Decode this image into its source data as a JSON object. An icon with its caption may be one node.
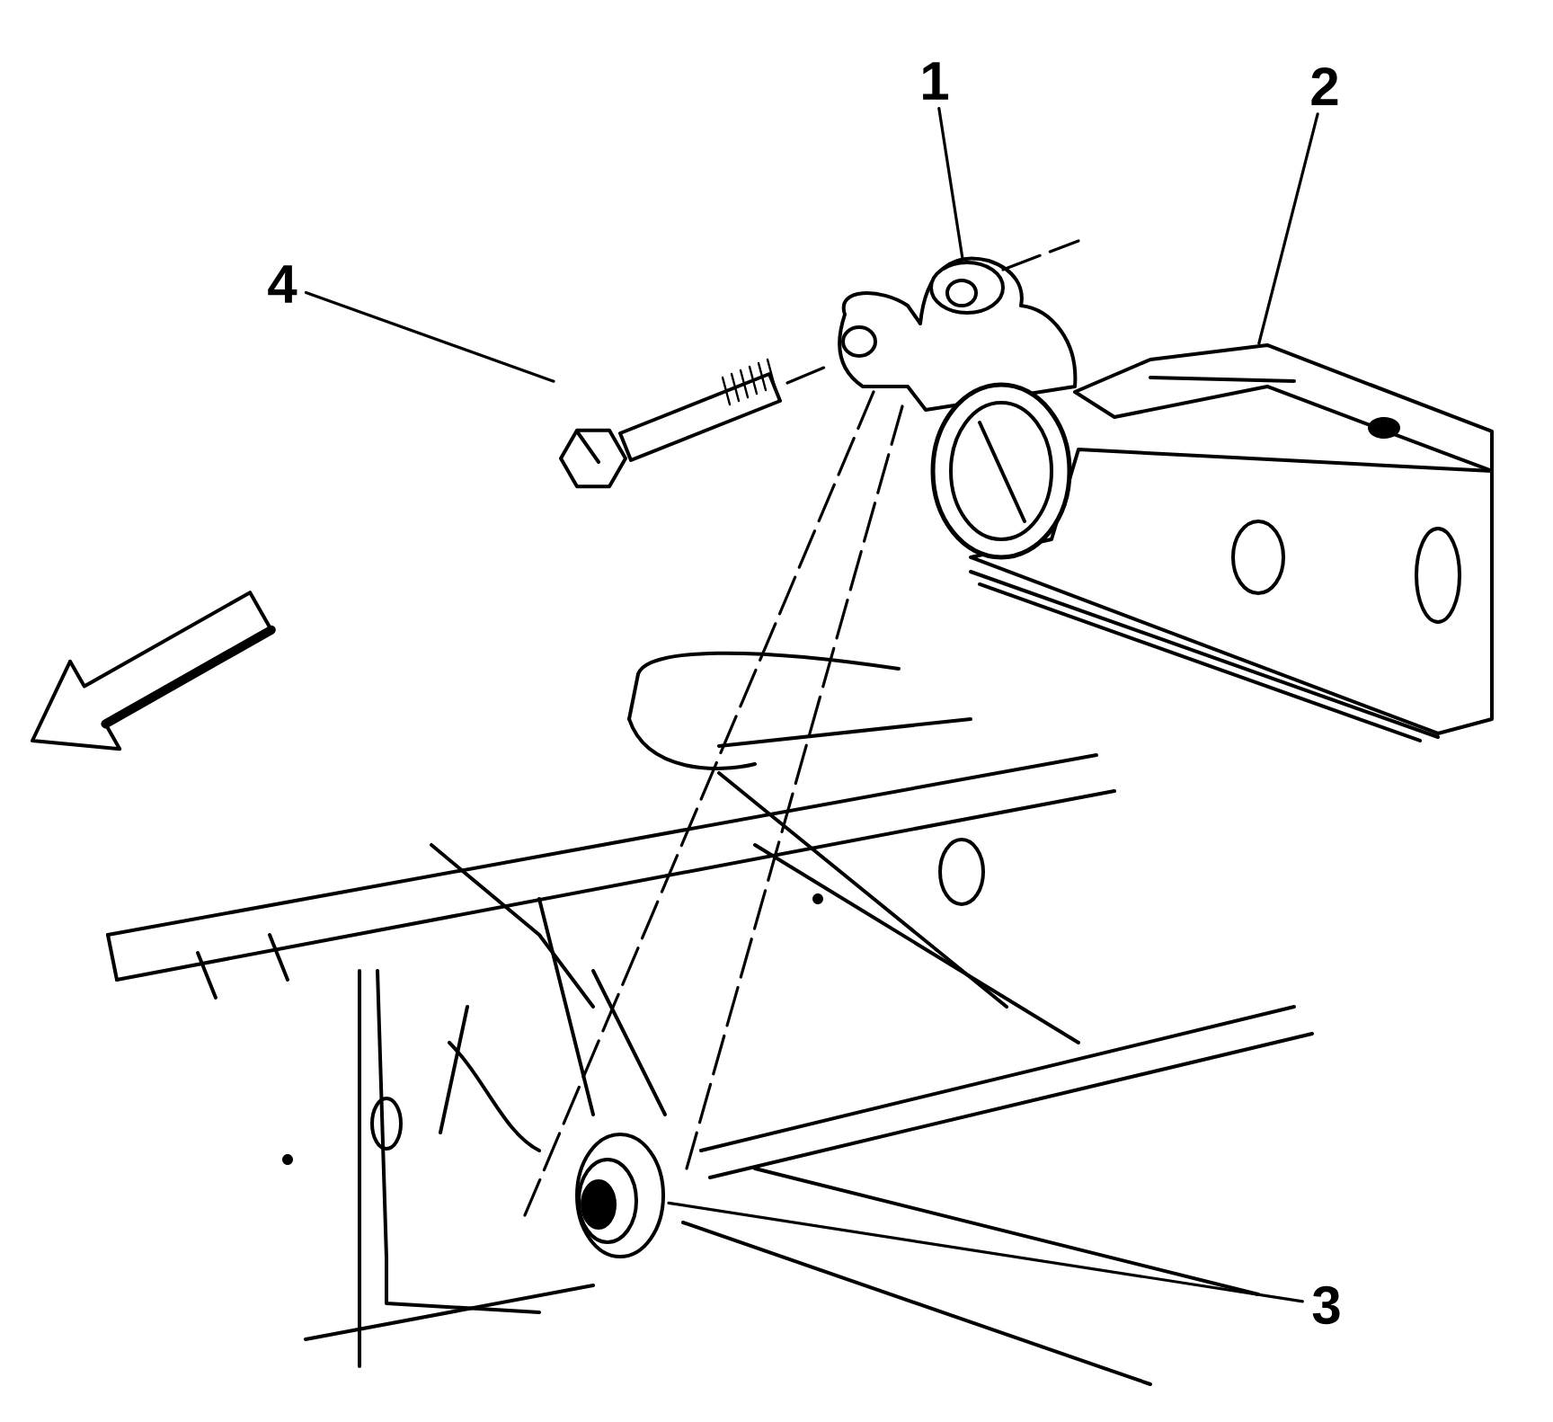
{
  "diagram": {
    "nodes": [
      {
        "text": [
          "1"
        ]
      },
      {
        "text": [
          "2"
        ]
      },
      {
        "text": [
          "3"
        ]
      },
      {
        "text": [
          "4"
        ]
      },
      {
        "text": [],
        "shape": "picture"
      },
      {
        "text": [],
        "shape": "picture"
      },
      {
        "text": [],
        "shape": "picture"
      },
      {
        "text": [],
        "shape": "picture"
      }
    ],
    "edges": [
      {
        "from": 0,
        "to": 6,
        "arrow": "none"
      },
      {
        "from": 1,
        "to": 7,
        "arrow": "none"
      },
      {
        "from": 2,
        "to": 5,
        "arrow": "none"
      },
      {
        "from": 3,
        "to": 4,
        "arrow": "none"
      }
    ]
  }
}
